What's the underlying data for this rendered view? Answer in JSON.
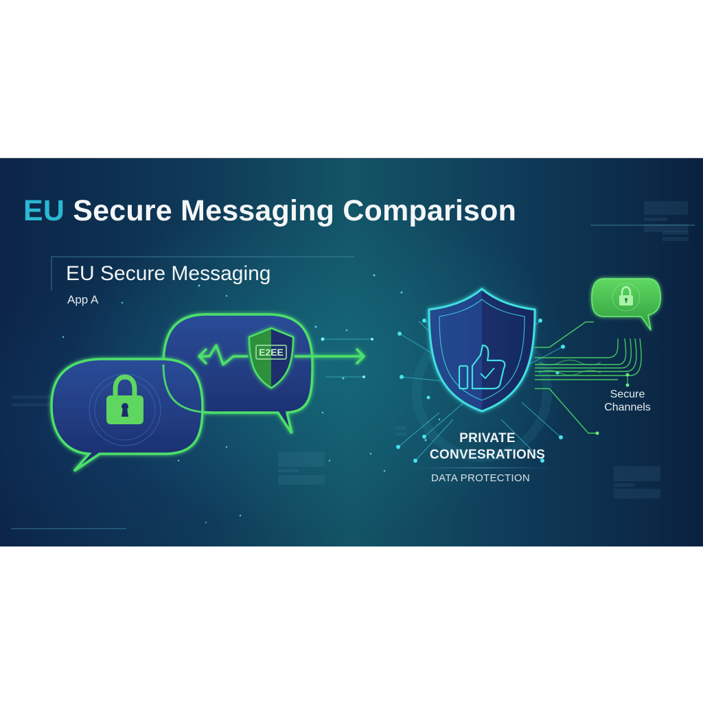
{
  "banner": {
    "title_accent": "EU",
    "title_rest": " Secure Messaging Comparison",
    "subtitle": "EU Secure Messaging",
    "app_label": "App A",
    "e2ee_badge": "E2EE",
    "caption_main_line1": "PRIVATE",
    "caption_main_line2": "CONVESRATIONS",
    "caption_sub": "DATA PROTECTION",
    "channel_label_line1": "Secure",
    "channel_label_line2": "Channels",
    "icons": [
      "chat-bubble-lock-icon",
      "chat-bubble-e2ee-icon",
      "shield-e2ee-icon",
      "shield-thumbs-up-icon",
      "chat-bubble-lock-green-icon",
      "bidirectional-arrow-icon"
    ],
    "colors": {
      "accent_cyan": "#2bb8d2",
      "accent_green": "#4cd964",
      "bubble_fill": "#1e3a7a",
      "shield_outline": "#3fe0e0",
      "background_dark": "#0b2447",
      "background_teal": "#135466"
    }
  }
}
